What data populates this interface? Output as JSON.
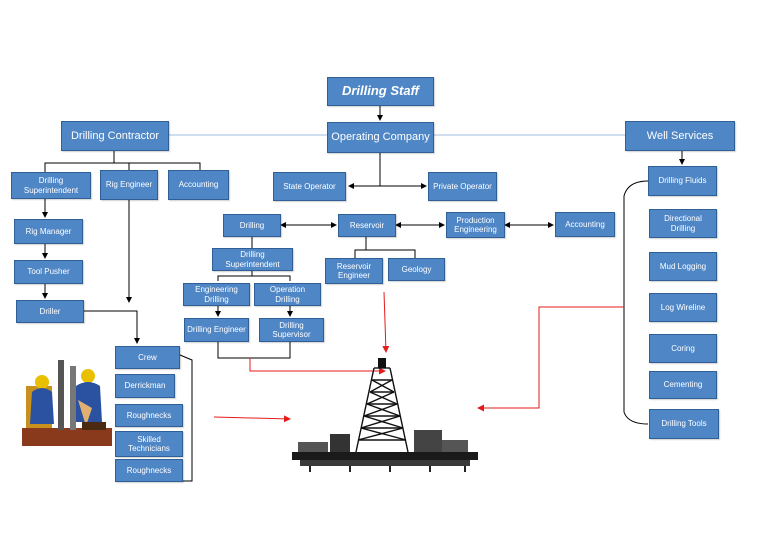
{
  "title": "Drilling Staff",
  "top": {
    "drilling_contractor": "Drilling Contractor",
    "operating_company": "Operating Company",
    "well_services": "Well Services"
  },
  "contractor": {
    "drilling_superintendent": "Drilling Superintendent",
    "rig_engineer": "Rig Engineer",
    "accounting": "Accounting",
    "rig_manager": "Rig Manager",
    "tool_pusher": "Tool Pusher",
    "driller": "Driller"
  },
  "crew": {
    "crew": "Crew",
    "derrickman": "Derrickman",
    "roughnecks_1": "Roughnecks",
    "skilled_technicians": "Skilled Technicians",
    "roughnecks_2": "Roughnecks"
  },
  "operator": {
    "state_operator": "State Operator",
    "private_operator": "Private Operator",
    "drilling": "Drilling",
    "reservoir": "Reservoir",
    "production_engineering": "Production Engineering",
    "accounting": "Accounting",
    "drilling_superintendent": "Drilling Superintendent",
    "reservoir_engineer": "Reservoir Engineer",
    "geology": "Geology",
    "engineering_drilling": "Engineering Drilling",
    "operation_drilling": "Operation Drilling",
    "drilling_engineer": "Drilling Engineer",
    "drilling_supervisor": "Drilling Supervisor"
  },
  "services": {
    "drilling_fluids": "Drilling Fluids",
    "directional_drilling": "Directional Drilling",
    "mud_logging": "Mud Logging",
    "log_wireline": "Log Wireline",
    "coring": "Coring",
    "cementing": "Cementing",
    "drilling_tools": "Drilling Tools"
  },
  "colors": {
    "box_fill": "#4f86c6",
    "box_border": "#2f5f96",
    "connector": "#000000",
    "connector_light": "#9fbfe0",
    "highlight_arrow": "#e41b1b"
  },
  "icons": [
    "workers-illustration",
    "drilling-rig-illustration"
  ]
}
